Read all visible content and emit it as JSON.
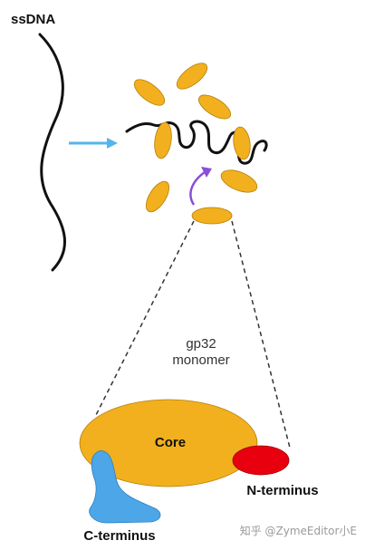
{
  "labels": {
    "ssdna": "ssDNA",
    "gp32_line1": "gp32",
    "gp32_line2": "monomer",
    "core": "Core",
    "n_terminus": "N-terminus",
    "c_terminus": "C-terminus"
  },
  "watermark": "知乎 @ZymeEditor小E",
  "colors": {
    "protein": "#F2B01E",
    "n_terminus": "#E8000E",
    "c_terminus": "#4DA6E8",
    "arrow_blue": "#55B4EC",
    "arrow_purple": "#8A4FD8",
    "dna": "#111111"
  }
}
